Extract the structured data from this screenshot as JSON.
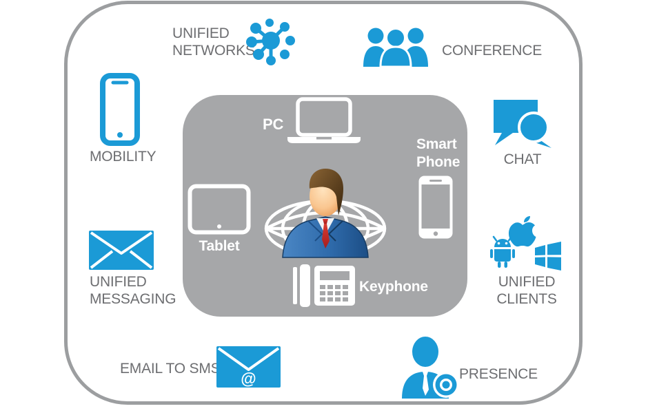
{
  "diagram": {
    "title_semantic": "unified-communications-diagram",
    "outer_nodes": {
      "unified_networks": {
        "label": "UNIFIED\nNETWORKS"
      },
      "conference": {
        "label": "CONFERENCE"
      },
      "mobility": {
        "label": "MOBILITY"
      },
      "chat": {
        "label": "CHAT"
      },
      "unified_messaging": {
        "label": "UNIFIED\nMESSAGING"
      },
      "unified_clients": {
        "label": "UNIFIED\nCLIENTS"
      },
      "email_to_sms": {
        "label": "EMAIL TO SMS",
        "at_symbol": "@"
      },
      "presence": {
        "label": "PRESENCE"
      }
    },
    "center_devices": {
      "pc": {
        "label": "PC"
      },
      "smart_phone": {
        "label": "Smart\nPhone"
      },
      "tablet": {
        "label": "Tablet"
      },
      "keyphone": {
        "label": "Keyphone"
      }
    },
    "colors": {
      "accent_blue": "#1b9ad6",
      "label_gray": "#6d6e71",
      "panel_gray": "#a6a7a9",
      "border_gray": "#9c9ea0",
      "device_white": "#ffffff",
      "tie_red": "#c8262c",
      "suit_blue": "#2e6da8",
      "skin_tone": "#f6c695",
      "hair_brown": "#5a3f1d"
    }
  }
}
